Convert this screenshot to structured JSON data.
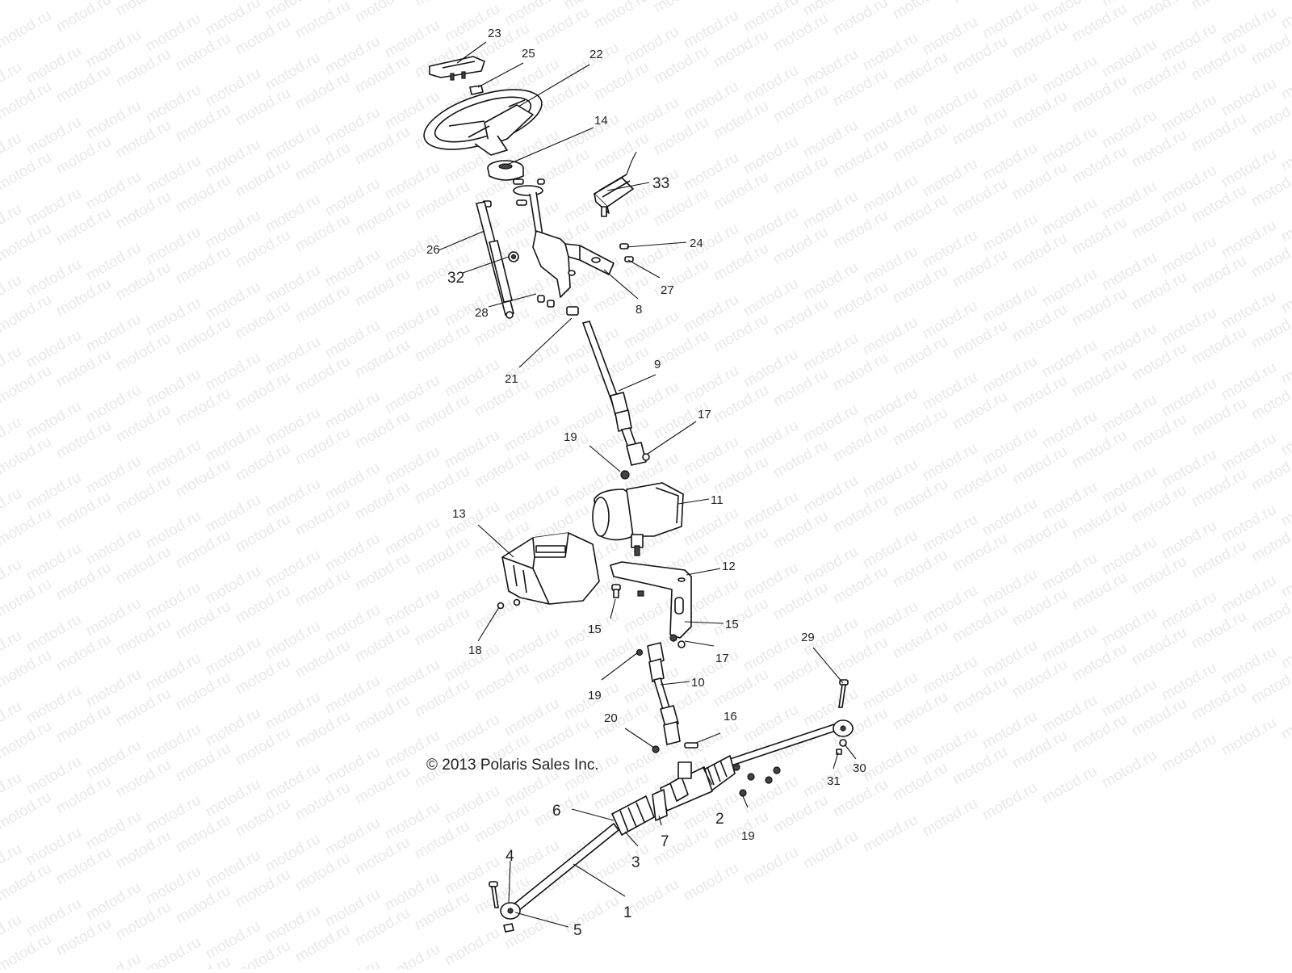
{
  "watermark": "motod.ru",
  "copyright": "© 2013 Polaris Sales Inc.",
  "callouts": {
    "c1": "1",
    "c2": "2",
    "c3": "3",
    "c4": "4",
    "c5": "5",
    "c6": "6",
    "c7": "7",
    "c8": "8",
    "c9": "9",
    "c10": "10",
    "c11": "11",
    "c12": "12",
    "c13": "13",
    "c14": "14",
    "c15a": "15",
    "c15b": "15",
    "c16": "16",
    "c17a": "17",
    "c17b": "17",
    "c18": "18",
    "c19a": "19",
    "c19b": "19",
    "c19c": "19",
    "c20": "20",
    "c21": "21",
    "c22": "22",
    "c23": "23",
    "c24": "24",
    "c25": "25",
    "c26": "26",
    "c27": "27",
    "c28": "28",
    "c29": "29",
    "c30": "30",
    "c31": "31",
    "c32": "32",
    "c33": "33"
  }
}
